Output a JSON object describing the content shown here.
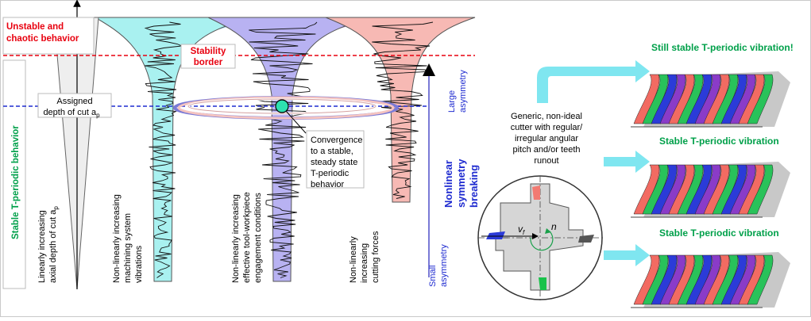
{
  "left_panel": {
    "unstable_label": [
      "Unstable and",
      "chaotic behavior"
    ],
    "stable_label": "Stable T-periodic behavior",
    "stability_border": [
      "Stability",
      "border"
    ],
    "assigned_depth": [
      "Assigned",
      "depth of cut a"
    ],
    "depth_sub": "p",
    "convergence": [
      "Convergence",
      "to a stable,",
      "steady state",
      "T-periodic",
      "behavior"
    ],
    "large_asym": [
      "Large",
      "asymmetry"
    ],
    "small_asym": [
      "Small",
      "asymmetry"
    ],
    "nonlinear": [
      "Nonlinear",
      "symmetry",
      "breaking"
    ],
    "funnel_labels": [
      [
        "Linearly increasing",
        "axial depth of cut a"
      ],
      [
        "Non-linearly increasing",
        "machining system",
        "vibrations"
      ],
      [
        "Non-linearly increasing",
        "effective tool-workpiece",
        "engagement conditions"
      ],
      [
        "Non-linearly",
        "increasing",
        "cutting forces"
      ]
    ]
  },
  "right_panel": {
    "cutter_desc": [
      "Generic, non-ideal",
      "cutter with regular/",
      "irregular angular",
      "pitch and/or teeth",
      "runout"
    ],
    "vf_label": "v",
    "vf_sub": "f",
    "n_label": "n",
    "titles": [
      "Still stable T-periodic vibration!",
      "Stable T-periodic vibration",
      "Stable T-periodic vibration"
    ]
  },
  "colors": {
    "red": "#e8000f",
    "green": "#00a04a",
    "blue": "#1f2bd0",
    "cyan_fill": "#a9f1f0",
    "purple_fill": "#b8b2f2",
    "pink_fill": "#f7b9b4",
    "arrow": "#7fe6f0"
  }
}
